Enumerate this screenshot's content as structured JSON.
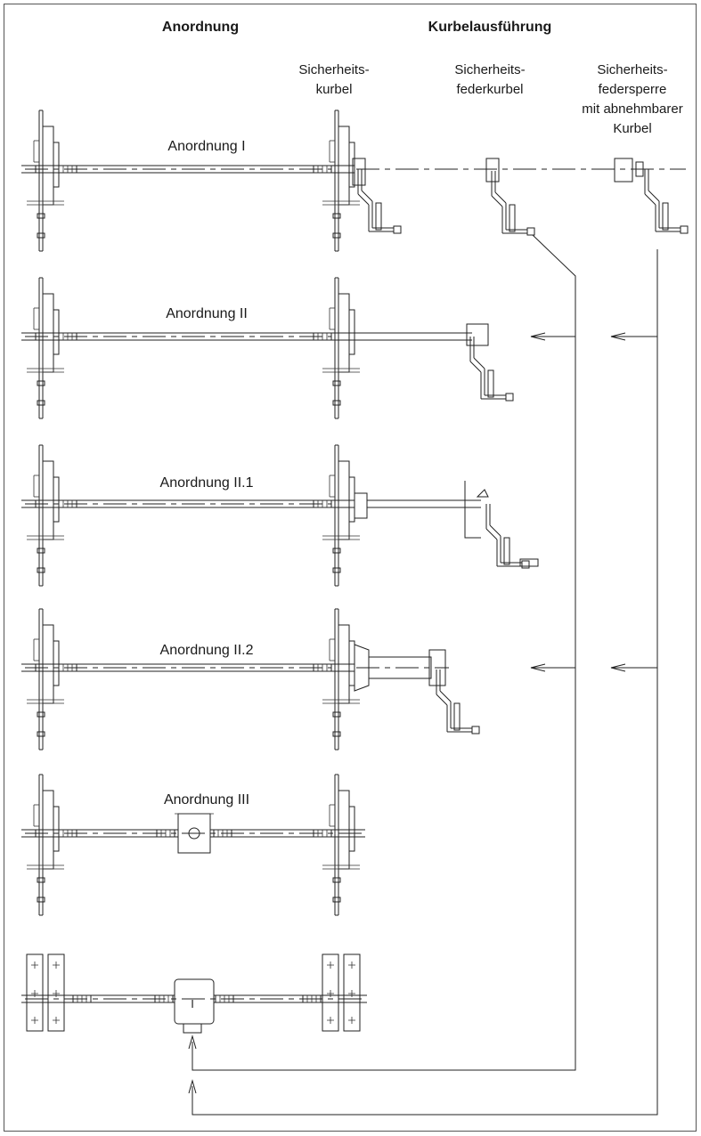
{
  "headers": {
    "anordnung": "Anordnung",
    "kurbelausfuehrung": "Kurbelausführung"
  },
  "columns": [
    {
      "line1": "Sicherheits-",
      "line2": "kurbel",
      "line3": "",
      "line4": ""
    },
    {
      "line1": "Sicherheits-",
      "line2": "federkurbel",
      "line3": "",
      "line4": ""
    },
    {
      "line1": "Sicherheits-",
      "line2": "federsperre",
      "line3": "mit abnehmbarer",
      "line4": "Kurbel"
    }
  ],
  "rows": [
    {
      "label": "Anordnung I"
    },
    {
      "label": "Anordnung II"
    },
    {
      "label": "Anordnung II.1"
    },
    {
      "label": "Anordnung II.2"
    },
    {
      "label": "Anordnung III"
    },
    {
      "label": ""
    }
  ],
  "gearbox_mark": "I"
}
